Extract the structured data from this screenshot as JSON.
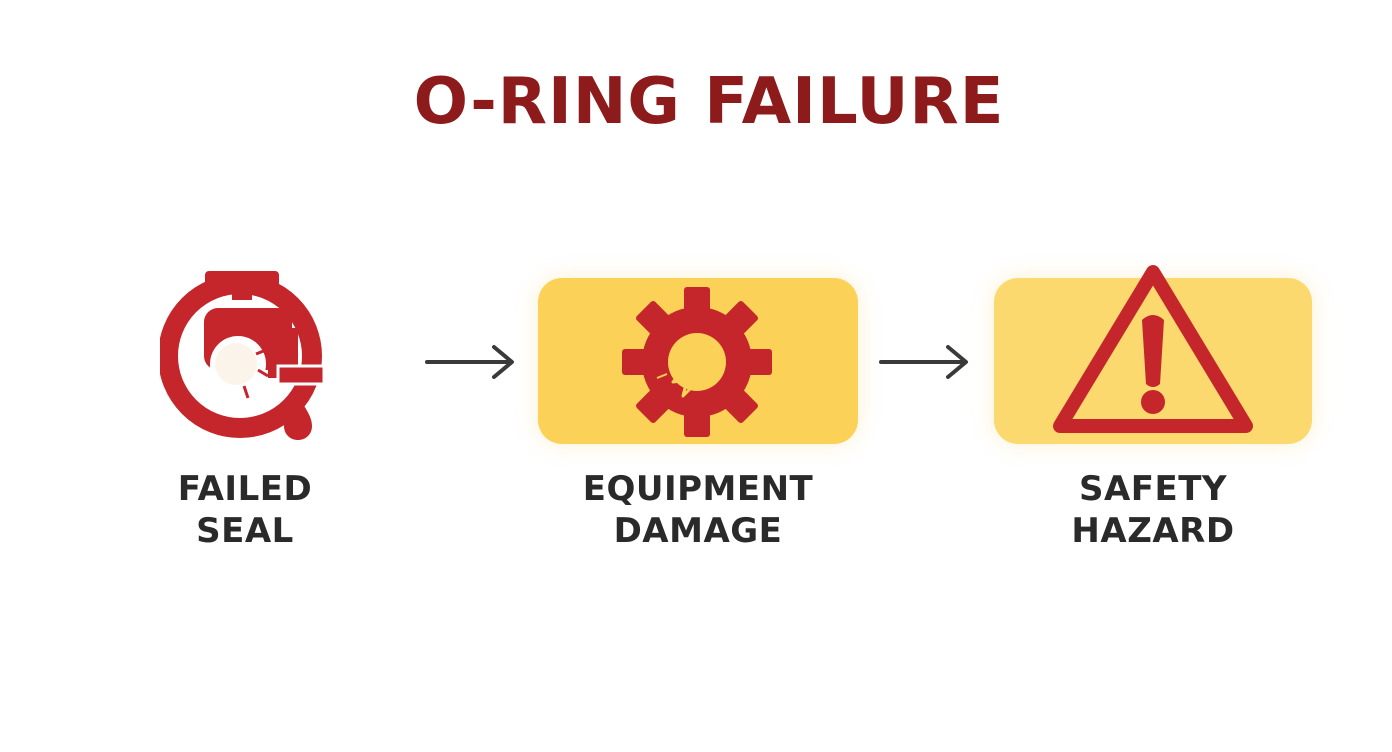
{
  "title": "O-RING FAILURE",
  "steps": [
    {
      "label_line1": "FAILED",
      "label_line2": "SEAL",
      "icon": "leaking-seal-icon"
    },
    {
      "label_line1": "EQUIPMENT",
      "label_line2": "DAMAGE",
      "icon": "broken-gear-icon"
    },
    {
      "label_line1": "SAFETY",
      "label_line2": "HAZARD",
      "icon": "warning-triangle-icon"
    }
  ],
  "colors": {
    "title": "#8e1b1c",
    "icon_red": "#c4262b",
    "box_yellow": "#fbd158",
    "box_yellow_light": "#fcd96e",
    "label": "#2a2a2a",
    "arrow": "#3a3a3a"
  }
}
